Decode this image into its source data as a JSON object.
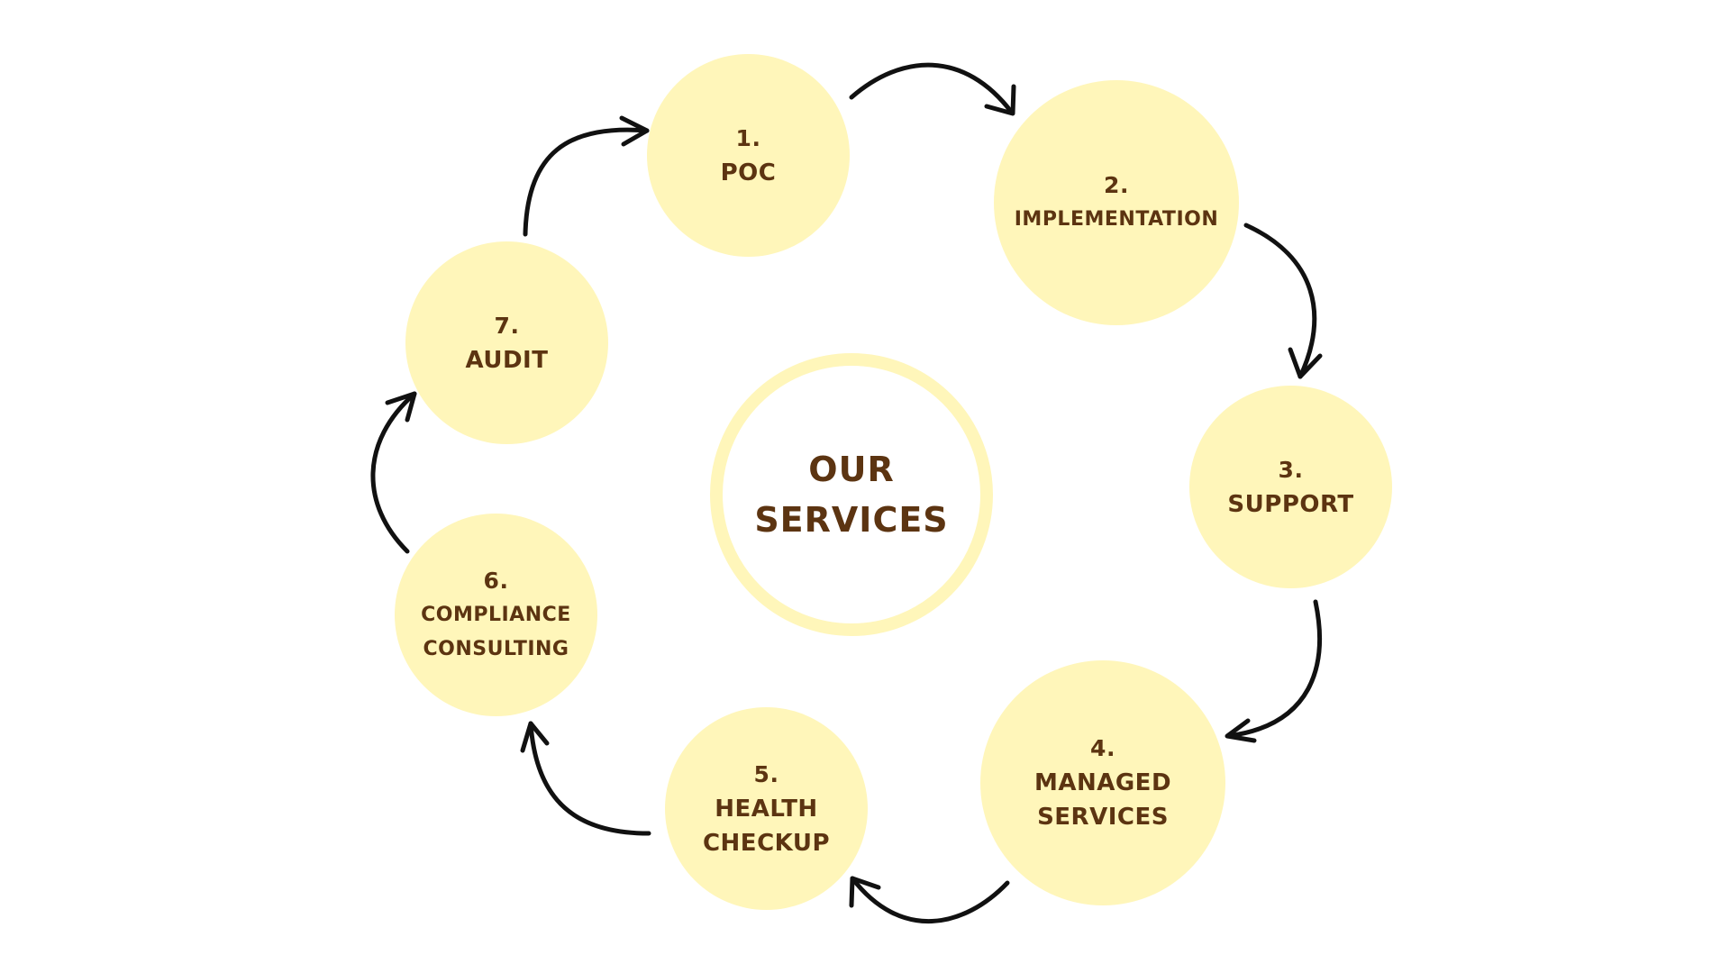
{
  "colors": {
    "circle_fill": "#FFF6BA",
    "text": "#5C3411",
    "arrow": "#111111",
    "background": "#FFFFFF"
  },
  "center": {
    "title": "OUR\nSERVICES"
  },
  "steps": [
    {
      "number": "1.",
      "label": "POC"
    },
    {
      "number": "2.",
      "label": "IMPLEMENTATION"
    },
    {
      "number": "3.",
      "label": "SUPPORT"
    },
    {
      "number": "4.",
      "label": "MANAGED\nSERVICES"
    },
    {
      "number": "5.",
      "label": "HEALTH\nCHECKUP"
    },
    {
      "number": "6.",
      "label": "COMPLIANCE\nCONSULTING"
    },
    {
      "number": "7.",
      "label": "AUDIT"
    }
  ]
}
